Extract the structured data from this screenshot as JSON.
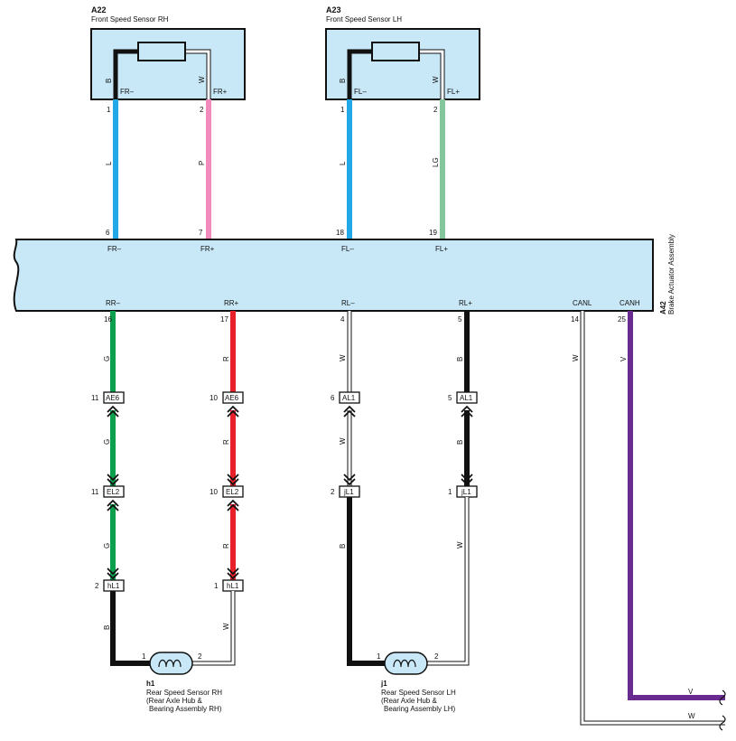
{
  "components": {
    "a22": {
      "code": "A22",
      "name": "Front Speed Sensor RH"
    },
    "a23": {
      "code": "A23",
      "name": "Front Speed Sensor LH"
    },
    "a42": {
      "code": "A42",
      "name": "Brake Actuator Assembly"
    },
    "h1": {
      "code": "h1",
      "name": "Rear Speed Sensor RH",
      "line2": "(Rear Axle Hub &",
      "line3": "Bearing Assembly RH)"
    },
    "j1": {
      "code": "j1",
      "name": "Rear Speed Sensor LH",
      "line2": "(Rear Axle Hub &",
      "line3": "Bearing Assembly LH)"
    }
  },
  "sensor_pins": {
    "a22": {
      "left_wire": "B",
      "left_label": "FR–",
      "left_pin": "1",
      "right_wire": "W",
      "right_label": "FR+",
      "right_pin": "2"
    },
    "a23": {
      "left_wire": "B",
      "left_label": "FL–",
      "left_pin": "1",
      "right_wire": "W",
      "right_label": "FL+",
      "right_pin": "2"
    }
  },
  "front_wires": {
    "fr_minus": {
      "color_code": "L",
      "pin": "6",
      "label": "FR–",
      "color": "#22a8e6"
    },
    "fr_plus": {
      "color_code": "P",
      "pin": "7",
      "label": "FR+",
      "color": "#f28bbd"
    },
    "fl_minus": {
      "color_code": "L",
      "pin": "18",
      "label": "FL–",
      "color": "#22a8e6"
    },
    "fl_plus": {
      "color_code": "LG",
      "pin": "19",
      "label": "FL+",
      "color": "#84c69c"
    }
  },
  "rear_wires": {
    "rr_minus": {
      "label": "RR–",
      "pin": "16",
      "code": "G",
      "color": "#0aa04d",
      "c1": {
        "pin": "11",
        "name": "AE6"
      },
      "code2": "G",
      "c2": {
        "pin": "11",
        "name": "EL2"
      },
      "code3": "G",
      "c3": {
        "pin": "2",
        "name": "hL1"
      },
      "code4": "B"
    },
    "rr_plus": {
      "label": "RR+",
      "pin": "17",
      "code": "R",
      "color": "#e8202a",
      "c1": {
        "pin": "10",
        "name": "AE6"
      },
      "code2": "R",
      "c2": {
        "pin": "10",
        "name": "EL2"
      },
      "code3": "R",
      "c3": {
        "pin": "1",
        "name": "hL1"
      },
      "code4": "W"
    },
    "rl_minus": {
      "label": "RL–",
      "pin": "4",
      "code": "W",
      "c1": {
        "pin": "6",
        "name": "AL1"
      },
      "code2": "W",
      "c2": {
        "pin": "2",
        "name": "jL1"
      },
      "code3": "B"
    },
    "rl_plus": {
      "label": "RL+",
      "pin": "5",
      "code": "B",
      "c1": {
        "pin": "5",
        "name": "AL1"
      },
      "code2": "B",
      "c2": {
        "pin": "1",
        "name": "jL1"
      },
      "code3": "W"
    },
    "canl": {
      "label": "CANL",
      "pin": "14",
      "code": "W"
    },
    "canh": {
      "label": "CANH",
      "pin": "25",
      "code": "V",
      "color": "#6a2b91"
    }
  },
  "rear_sensor_pins": {
    "h1_left": "1",
    "h1_right": "2",
    "j1_left": "1",
    "j1_right": "2"
  },
  "bottom_wires": {
    "v_label": "V",
    "w_label": "W"
  }
}
